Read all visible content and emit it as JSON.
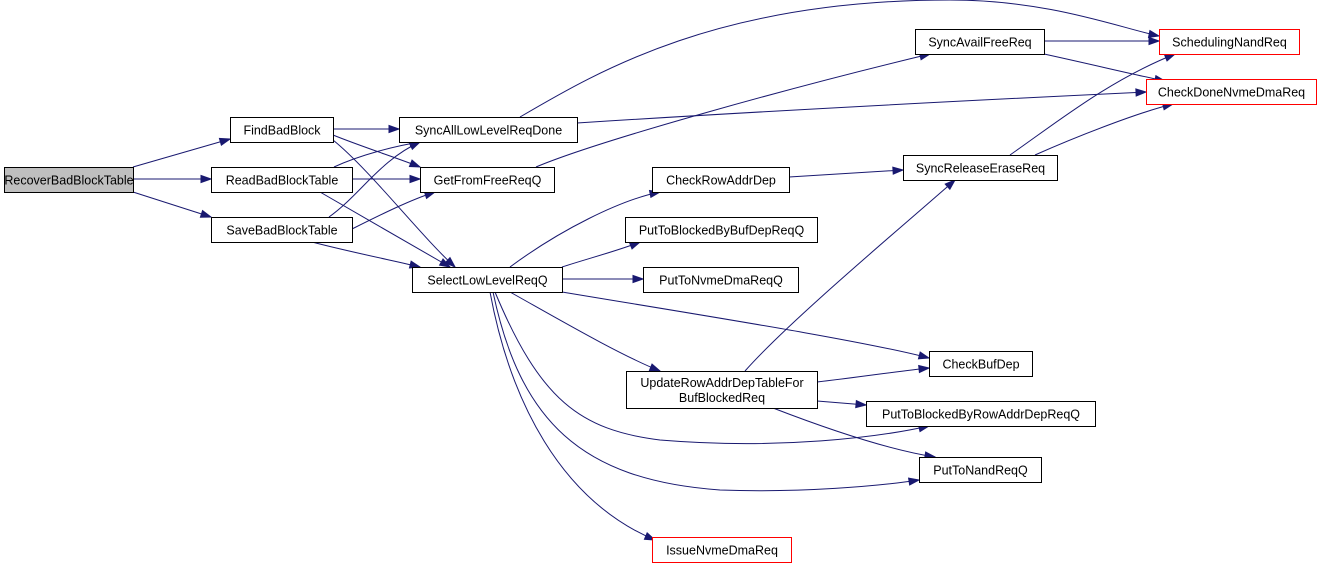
{
  "colors": {
    "edge": "#191970",
    "node_border": "#000000",
    "truncated_border": "#ff0000",
    "root_fill": "#bfbfbf"
  },
  "nodes": [
    {
      "id": "recover",
      "label": "RecoverBadBlockTable",
      "style": "root"
    },
    {
      "id": "findbad",
      "label": "FindBadBlock"
    },
    {
      "id": "readbad",
      "label": "ReadBadBlockTable"
    },
    {
      "id": "savebad",
      "label": "SaveBadBlockTable"
    },
    {
      "id": "syncall",
      "label": "SyncAllLowLevelReqDone"
    },
    {
      "id": "getfree",
      "label": "GetFromFreeReqQ"
    },
    {
      "id": "selectlow",
      "label": "SelectLowLevelReqQ"
    },
    {
      "id": "syncavail",
      "label": "SyncAvailFreeReq"
    },
    {
      "id": "checkrow",
      "label": "CheckRowAddrDep"
    },
    {
      "id": "putbuf",
      "label": "PutToBlockedByBufDepReqQ"
    },
    {
      "id": "putnvme",
      "label": "PutToNvmeDmaReqQ"
    },
    {
      "id": "updaterow",
      "label_lines": [
        "UpdateRowAddrDepTableFor",
        "BufBlockedReq"
      ]
    },
    {
      "id": "issuenvme",
      "label": "IssueNvmeDmaReq",
      "style": "truncated"
    },
    {
      "id": "syncrelease",
      "label": "SyncReleaseEraseReq"
    },
    {
      "id": "checkbuf",
      "label": "CheckBufDep"
    },
    {
      "id": "putrowaddr",
      "label": "PutToBlockedByRowAddrDepReqQ"
    },
    {
      "id": "putnand",
      "label": "PutToNandReqQ"
    },
    {
      "id": "scheduling",
      "label": "SchedulingNandReq",
      "style": "truncated"
    },
    {
      "id": "checkdone",
      "label": "CheckDoneNvmeDmaReq",
      "style": "truncated"
    }
  ],
  "edges": [
    {
      "from": "recover",
      "to": "findbad"
    },
    {
      "from": "recover",
      "to": "readbad"
    },
    {
      "from": "recover",
      "to": "savebad"
    },
    {
      "from": "findbad",
      "to": "syncall"
    },
    {
      "from": "findbad",
      "to": "getfree"
    },
    {
      "from": "findbad",
      "to": "selectlow"
    },
    {
      "from": "readbad",
      "to": "syncall"
    },
    {
      "from": "readbad",
      "to": "getfree"
    },
    {
      "from": "readbad",
      "to": "selectlow"
    },
    {
      "from": "savebad",
      "to": "syncall"
    },
    {
      "from": "savebad",
      "to": "getfree"
    },
    {
      "from": "savebad",
      "to": "selectlow"
    },
    {
      "from": "syncall",
      "to": "scheduling"
    },
    {
      "from": "syncall",
      "to": "checkdone"
    },
    {
      "from": "getfree",
      "to": "syncavail"
    },
    {
      "from": "syncavail",
      "to": "scheduling"
    },
    {
      "from": "syncavail",
      "to": "checkdone"
    },
    {
      "from": "selectlow",
      "to": "checkrow"
    },
    {
      "from": "selectlow",
      "to": "putbuf"
    },
    {
      "from": "selectlow",
      "to": "putnvme"
    },
    {
      "from": "selectlow",
      "to": "checkbuf"
    },
    {
      "from": "selectlow",
      "to": "updaterow"
    },
    {
      "from": "selectlow",
      "to": "putrowaddr"
    },
    {
      "from": "selectlow",
      "to": "putnand"
    },
    {
      "from": "selectlow",
      "to": "issuenvme"
    },
    {
      "from": "checkrow",
      "to": "syncrelease"
    },
    {
      "from": "updaterow",
      "to": "syncrelease"
    },
    {
      "from": "updaterow",
      "to": "checkbuf"
    },
    {
      "from": "updaterow",
      "to": "putrowaddr"
    },
    {
      "from": "updaterow",
      "to": "putnand"
    },
    {
      "from": "syncrelease",
      "to": "scheduling"
    },
    {
      "from": "syncrelease",
      "to": "checkdone"
    }
  ]
}
